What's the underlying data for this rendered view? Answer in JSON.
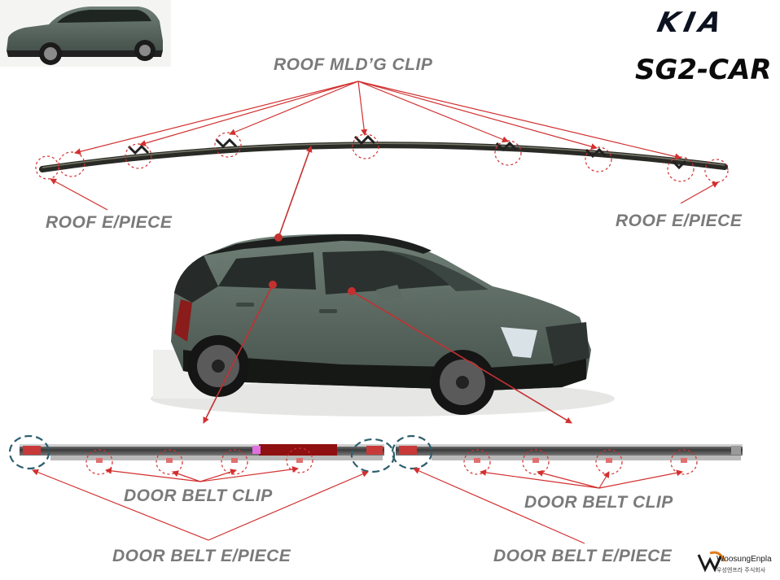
{
  "brand": {
    "logo_text": "KIA",
    "model": "SG2-CAR"
  },
  "labels": {
    "roof_clip": "ROOF MLD’G CLIP",
    "roof_epiece_left": "ROOF E/PIECE",
    "roof_epiece_right": "ROOF E/PIECE",
    "door_clip_left": "DOOR BELT CLIP",
    "door_clip_right": "DOOR BELT CLIP",
    "door_epiece_left": "DOOR BELT E/PIECE",
    "door_epiece_right": "DOOR BELT E/PIECE"
  },
  "supplier": {
    "name": "WoosungEnpla",
    "sub": "우성엔프라 주식회사"
  },
  "colors": {
    "arrow": "#d23030",
    "label": "#7a7a7a",
    "car_body": "#5b6b62",
    "callout_blue": "#2e5f6e"
  },
  "icons": [
    "kia-logo-icon",
    "car-thumbnail",
    "car-main-image",
    "roof-molding",
    "door-belt-left",
    "door-belt-right",
    "supplier-logo-icon"
  ]
}
